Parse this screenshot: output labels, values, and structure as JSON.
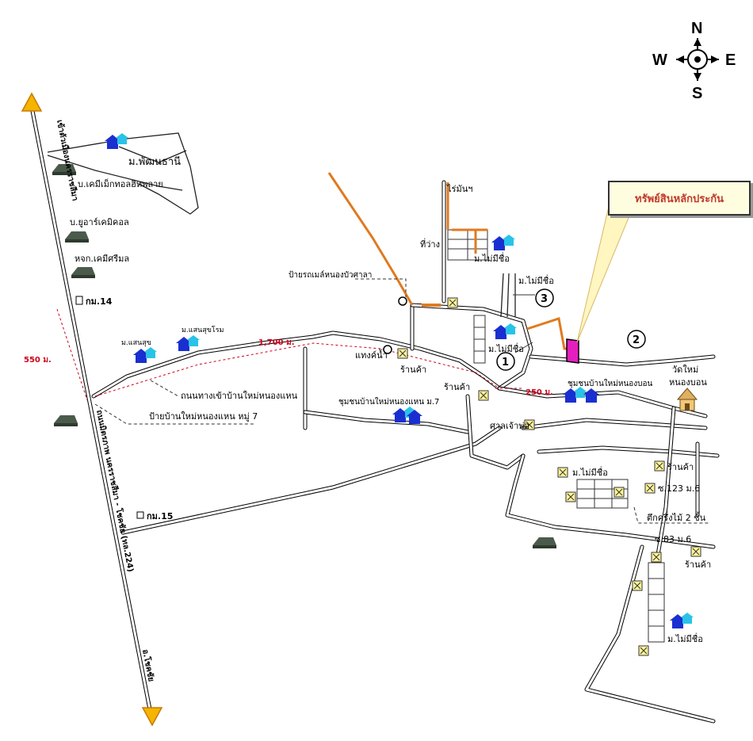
{
  "compass": {
    "north": "N",
    "south": "S",
    "east": "E",
    "west": "W"
  },
  "callout": {
    "label": "ทรัพย์สินหลักประกัน"
  },
  "highway": {
    "north_label": "เข้าตัวเมืองนครราชสีมา",
    "south_label": "ถนนมิตรภาพ นครราชสีมา - โชคชัย (ทล.224)",
    "end_label": "อ.โชคชัย"
  },
  "places": {
    "phatthana": "ม.พัฒนธานี",
    "chemical_bopla": "บ.เคมีเม็กทอลฮิทพลาย",
    "eurochem": "บ.ยูอาร์เคมิคอล",
    "chemsri": "หจก.เคมีศรีมล",
    "km14": "กม.14",
    "km15": "กม.15",
    "saensuk": "ม.แสนสุข",
    "saensukrom": "ม.แสนสุขโรม",
    "road_to_village": "ถนนทางเข้าบ้านใหม่หนองแหน",
    "village_sign": "ป้ายบ้านใหม่หนองแหน หมู่ 7",
    "bus_stop": "ป้ายรถเมล์หนองบัวศาลา",
    "water_tank": "แทงค์น้ำ",
    "shop1": "ร้านค้า",
    "shop2": "ร้านค้า",
    "shop3": "ร้านค้า",
    "shop4": "ร้านค้า",
    "community_nongnaen": "ชุมชนบ้านใหม่หนองแหน ม.7",
    "shrine": "ศาลเจ้าพ่อ",
    "cassava_field": "ไร่มันฯ",
    "vacant_land": "ที่ว่าง",
    "no_name_1": "ม.ไม่มีชื่อ",
    "no_name_2": "ม.ไม่มีชื่อ",
    "no_name_3": "ม.ไม่มีชื่อ",
    "no_name_4": "ม.ไม่มีชื่อ",
    "no_name_5": "ม.ไม่มีชื่อ",
    "community_nongbon": "ชุมชนบ้านใหม่หนองบอน",
    "temple": "วัดใหม่",
    "temple2": "หนองบอน",
    "soi123": "ซ.123 ม.6",
    "soi83": "ซ.83 ม.6",
    "shophouse": "ตึกครึ่งไม้ 2 ชั้น"
  },
  "distances": {
    "d550": "550 ม.",
    "d1700": "1,700 ม.",
    "d250": "250 ม."
  },
  "markers": {
    "m1": "1",
    "m2": "2",
    "m3": "3"
  }
}
